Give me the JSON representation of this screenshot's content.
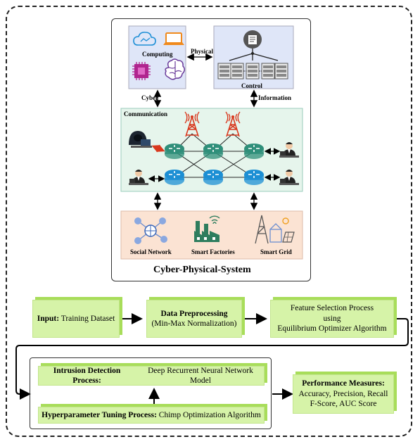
{
  "cps": {
    "title": "Cyber-Physical-System",
    "computing_label": "Computing",
    "control_label": "Control",
    "physical_label": "Physical",
    "cyber_label": "Cyber",
    "information_label": "Information",
    "communication_label": "Communication",
    "social_network_label": "Social Network",
    "smart_factories_label": "Smart Factories",
    "smart_grid_label": "Smart Grid"
  },
  "flow": {
    "input_bold": "Input:",
    "input_text": "Training Dataset",
    "preprocess_bold": "Data Preprocessing",
    "preprocess_text": "(Min-Max Normalization)",
    "feature_line1": "Feature Selection Process",
    "feature_line2": "using",
    "feature_line3": "Equilibrium Optimizer Algorithm",
    "intrusion_bold": "Intrusion Detection Process:",
    "intrusion_text": "Deep Recurrent Neural Network Model",
    "hyper_bold": "Hyperparameter Tuning Process:",
    "hyper_text": "Chimp Optimization Algorithm",
    "perf_bold": "Performance Measures:",
    "perf_line1": "Accuracy, Precision, Recall",
    "perf_line2": "F-Score, AUC Score"
  },
  "colors": {
    "green_box": "#d6f3a8",
    "green_shadow": "#a8dd5a",
    "panel_blue": "#dfe6f8",
    "panel_green": "#e6f5ec",
    "panel_peach": "#fbe3d3",
    "router_green": "#2f8f7a",
    "router_blue": "#1c8fd4",
    "tower_red": "#d9381e"
  }
}
